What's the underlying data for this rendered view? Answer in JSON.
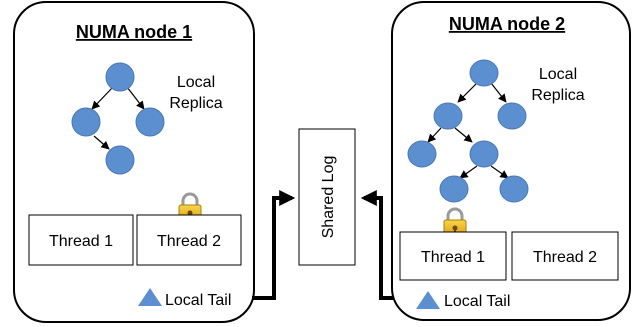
{
  "node1": {
    "title": "NUMA node 1",
    "replica_label_line1": "Local",
    "replica_label_line2": "Replica",
    "threads": [
      "Thread 1",
      "Thread 2"
    ],
    "locked_thread": "Thread 2",
    "tail_label": "Local Tail"
  },
  "node2": {
    "title": "NUMA node 2",
    "replica_label_line1": "Local",
    "replica_label_line2": "Replica",
    "threads": [
      "Thread 1",
      "Thread 2"
    ],
    "locked_thread": "Thread 1",
    "tail_label": "Local Tail"
  },
  "shared_log": {
    "label": "Shared Log"
  },
  "colors": {
    "tree_node": "#5b8fd0",
    "tree_node_stroke": "#4a78b3",
    "tail_marker": "#5b8fd0",
    "lock_body": "#e8b21d",
    "lock_shackle": "#9a9a9a",
    "outline": "#000000"
  },
  "icons": [
    "lock-icon",
    "triangle-marker-icon"
  ]
}
